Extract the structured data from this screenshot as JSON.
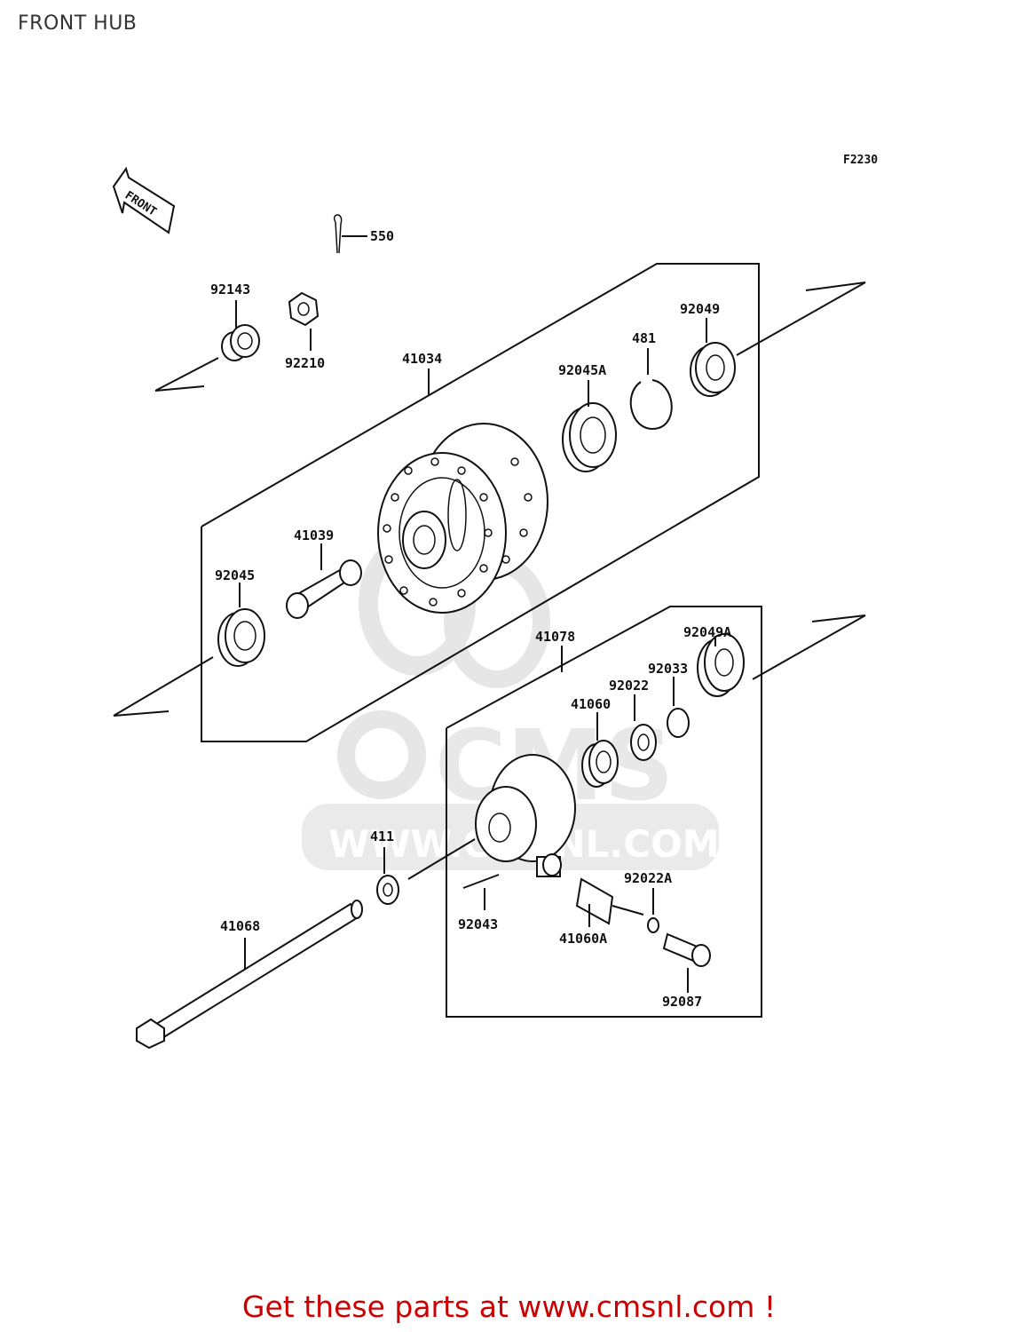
{
  "title": "FRONT HUB",
  "figure_code": "F2230",
  "front_arrow_text": "FRONT",
  "watermark": {
    "brand": "CMS",
    "url": "WWW.CMSNL.COM"
  },
  "parts": {
    "p550": "550",
    "p92143": "92143",
    "p92210": "92210",
    "p41034": "41034",
    "p92045A": "92045A",
    "p481": "481",
    "p92049": "92049",
    "p41039": "41039",
    "p92045": "92045",
    "p41078": "41078",
    "p92049A": "92049A",
    "p92033": "92033",
    "p92022": "92022",
    "p41060": "41060",
    "p411": "411",
    "p92043": "92043",
    "p41060A": "41060A",
    "p92022A": "92022A",
    "p92087": "92087",
    "p41068": "41068"
  },
  "footer": {
    "cta_text": "Get these parts at www.cmsnl.com !"
  },
  "colors": {
    "footer": "#cc0000",
    "line": "#111111",
    "watermark": "#e3e3e3"
  }
}
